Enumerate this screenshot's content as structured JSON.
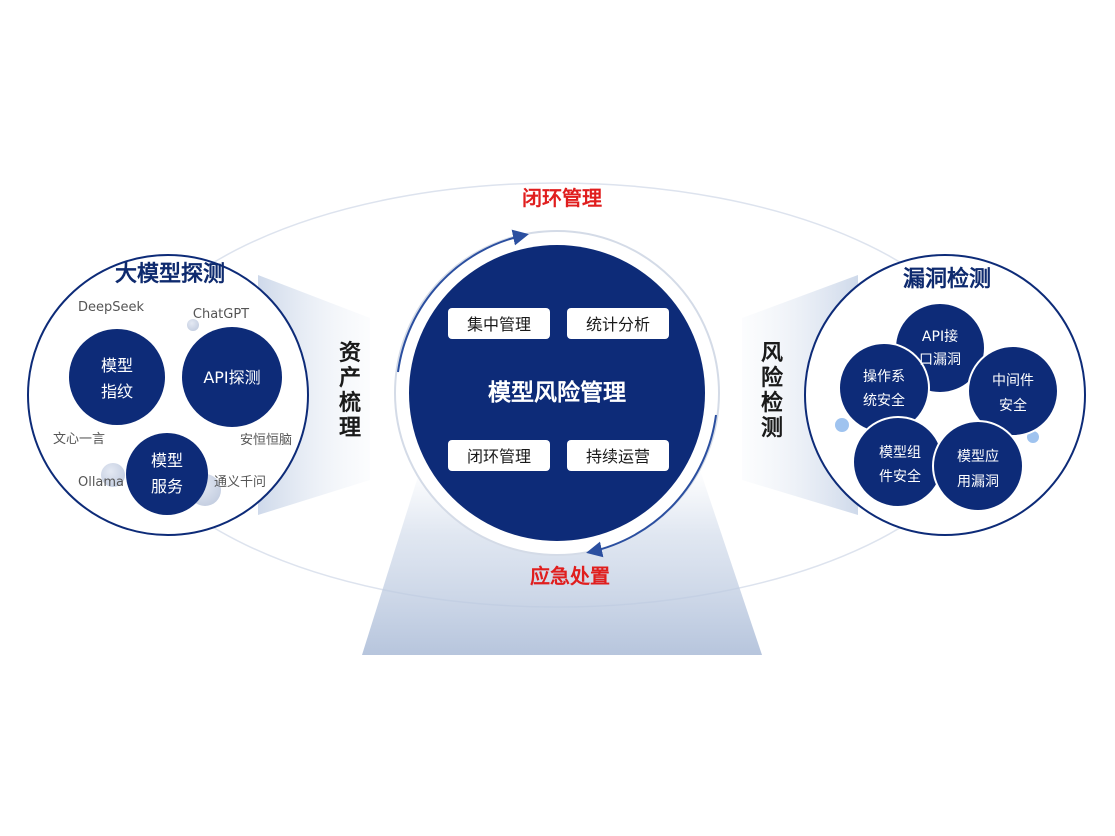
{
  "colors": {
    "navy": "#0d2b78",
    "navy_title": "#0e2a6e",
    "accent_red": "#e01e1e",
    "light_blue": "#9fc3ef",
    "ring_grey": "#cfd8e6"
  },
  "top_arc_label": "闭环管理",
  "bottom_arc_label": "应急处置",
  "center": {
    "title": "模型风险管理",
    "buttons": [
      "集中管理",
      "统计分析",
      "闭环管理",
      "持续运营"
    ]
  },
  "left_connector": "资产梳理",
  "right_connector": "风险检测",
  "left_panel": {
    "title": "大模型探测",
    "circles": [
      {
        "lines": [
          "模型",
          "指纹"
        ]
      },
      {
        "lines": [
          "API探测"
        ]
      },
      {
        "lines": [
          "模型",
          "服务"
        ]
      }
    ],
    "model_names": [
      "DeepSeek",
      "ChatGPT",
      "文心一言",
      "安恒恒脑",
      "Ollama",
      "通义千问"
    ]
  },
  "right_panel": {
    "title": "漏洞检测",
    "circles": [
      {
        "lines": [
          "API接",
          "口漏洞"
        ]
      },
      {
        "lines": [
          "操作系",
          "统安全"
        ]
      },
      {
        "lines": [
          "中间件",
          "安全"
        ]
      },
      {
        "lines": [
          "模型组",
          "件安全"
        ]
      },
      {
        "lines": [
          "模型应",
          "用漏洞"
        ]
      }
    ]
  }
}
